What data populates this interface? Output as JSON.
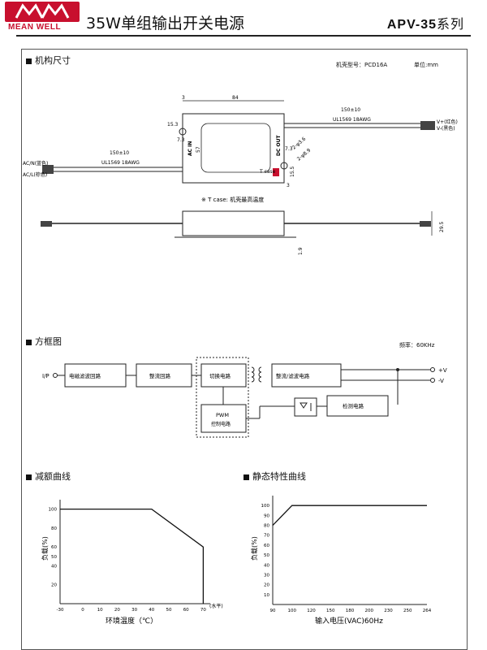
{
  "header": {
    "brand": "MEAN WELL",
    "title": "35W单组输出开关电源",
    "series_model": "APV-35",
    "series_suffix": "系列"
  },
  "mechanical": {
    "heading": "机构尺寸",
    "case_label": "机壳型号：PCD16A",
    "unit_label": "单位:mm",
    "dims": {
      "len": "84",
      "d3": "3",
      "d15": "15.3",
      "d73a": "7.3",
      "d73b": "7.3",
      "d57": "57",
      "d155": "15.5",
      "d3b": "3",
      "d295": "29.5",
      "d19": "1.9",
      "hole1": "2-ψ3.6",
      "hole2": "2-ψ8.9"
    },
    "wire_out": {
      "len": "150±10",
      "spec": "UL1569 18AWG",
      "vplus": "V+(红色)",
      "vminus": "V-(黑色)"
    },
    "wire_in": {
      "len": "150±10",
      "spec": "UL1569 18AWG",
      "acn": "AC/N(蓝色)",
      "acl": "AC/L(棕色)"
    },
    "dc_label": "DC OUT",
    "ac_label": "AC IN",
    "tcase_mark": "T case",
    "tcase_note": "※ T case: 机壳最高温度"
  },
  "block": {
    "heading": "方框图",
    "freq": "频率：60KHz",
    "ip": "I/P",
    "emi": "电磁滤波回路",
    "rect": "整流回路",
    "switch": "切换电路",
    "rectfilter": "整流/滤波电路",
    "pwm": "PWM",
    "pwm_sub": "控制电路",
    "detect": "检测电路",
    "vplus": "+V",
    "vminus": "-V"
  },
  "derating": {
    "heading": "减额曲线",
    "ylabel": "负载(%)",
    "xlabel": "环境温度（℃）",
    "xunit": "(水平)",
    "chart_data": {
      "type": "line",
      "x": [
        -30,
        40,
        70,
        70
      ],
      "y": [
        100,
        100,
        60,
        0
      ],
      "xticks": [
        "-30",
        "0",
        "10",
        "20",
        "30",
        "40",
        "50",
        "60",
        "70"
      ],
      "yticks": [
        "100",
        "80",
        "60",
        "50",
        "40",
        "20"
      ],
      "xlim": [
        -30,
        75
      ],
      "ylim": [
        0,
        110
      ]
    }
  },
  "static": {
    "heading": "静态特性曲线",
    "ylabel": "负载(%)",
    "xlabel": "输入电压(VAC)60Hz",
    "chart_data": {
      "type": "line",
      "x": [
        90,
        100,
        264
      ],
      "y": [
        80,
        100,
        100
      ],
      "xticks": [
        "90",
        "100",
        "120",
        "150",
        "180",
        "200",
        "230",
        "250",
        "264"
      ],
      "yticks": [
        "100",
        "90",
        "80",
        "70",
        "60",
        "50",
        "40",
        "30",
        "20",
        "10"
      ],
      "ylim": [
        0,
        110
      ]
    }
  }
}
